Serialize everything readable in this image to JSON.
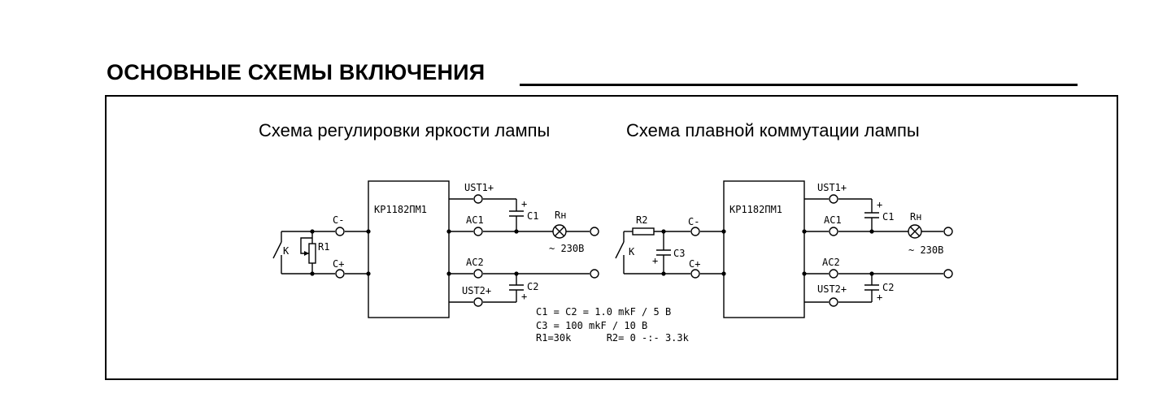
{
  "section": {
    "title": "ОСНОВНЫЕ СХЕМЫ ВКЛЮЧЕНИЯ"
  },
  "headings": {
    "left": "Схема регулировки яркости лампы",
    "right": "Схема плавной коммутации лампы"
  },
  "left_circuit": {
    "chip": "КР1182ПМ1",
    "pins": {
      "c_minus": "C-",
      "c_plus": "C+",
      "ust1": "UST1+",
      "ac1": "AC1",
      "ac2": "AC2",
      "ust2": "UST2+"
    },
    "switch": "K",
    "resistor": "R1",
    "cap1": "C1",
    "cap2": "C2",
    "plus": "+",
    "load": "Rн",
    "voltage": "~ 230В"
  },
  "right_circuit": {
    "chip": "КР1182ПМ1",
    "pins": {
      "c_minus": "C-",
      "c_plus": "C+",
      "ust1": "UST1+",
      "ac1": "AC1",
      "ac2": "AC2",
      "ust2": "UST2+"
    },
    "switch": "K",
    "resistor": "R2",
    "cap3": "C3",
    "cap1": "C1",
    "cap2": "C2",
    "plus": "+",
    "load": "Rн",
    "voltage": "~ 230В"
  },
  "notes": {
    "line1": "C1 = C2 = 1.0 mkF / 5 B",
    "line2": "C3 = 100 mkF / 10 B",
    "line3": "R1=30k      R2= 0 -:- 3.3k"
  }
}
